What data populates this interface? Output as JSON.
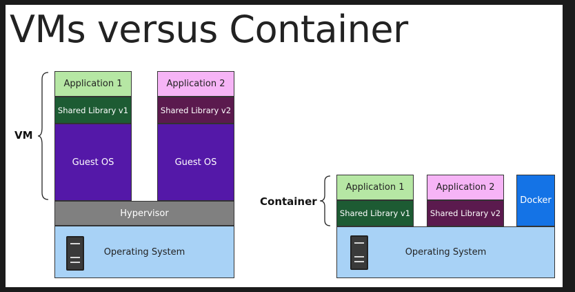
{
  "title": "VMs versus Container",
  "vm": {
    "side_label": "VM",
    "stack1": {
      "app": "Application 1",
      "lib": "Shared Library v1",
      "os": "Guest OS"
    },
    "stack2": {
      "app": "Application 2",
      "lib": "Shared Library v2",
      "os": "Guest OS"
    },
    "hypervisor": "Hypervisor",
    "host_os": "Operating System"
  },
  "container": {
    "side_label": "Container",
    "stack1": {
      "app": "Application 1",
      "lib": "Shared Library v1"
    },
    "stack2": {
      "app": "Application 2",
      "lib": "Shared Library v2"
    },
    "docker": "Docker",
    "host_os": "Operating System"
  },
  "colors": {
    "app1": "#b6e7a4",
    "lib1": "#1d5b33",
    "app2": "#f6b4f6",
    "lib2": "#5b1a4e",
    "guest_os": "#5418a8",
    "hypervisor": "#808080",
    "host_os": "#a8d2f6",
    "docker": "#1473e6"
  }
}
